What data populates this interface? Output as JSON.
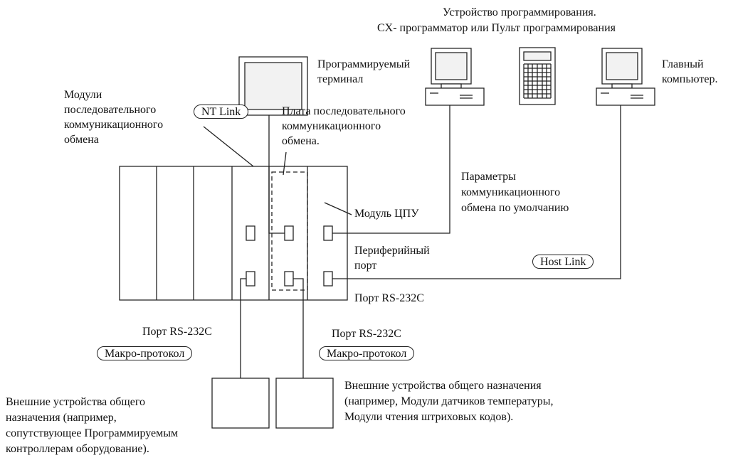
{
  "labels": {
    "programming_device_line1": "Устройство программирования.",
    "programming_device_line2": "CX- программатор или Пульт программирования",
    "programmable_terminal_line1": "Программируемый",
    "programmable_terminal_line2": "терминал",
    "host_computer_line1": "Главный",
    "host_computer_line2": "компьютер.",
    "serial_modules_line1": "Модули",
    "serial_modules_line2": "последовательного",
    "serial_modules_line3": "коммуникационного",
    "serial_modules_line4": "обмена",
    "serial_board_line1": "Плата последовательного",
    "serial_board_line2": "коммуникационного",
    "serial_board_line3": "обмена.",
    "default_params_line1": "Параметры",
    "default_params_line2": "коммуникационного",
    "default_params_line3": "обмена по умолчанию",
    "cpu_unit": "Модуль ЦПУ",
    "peripheral_port_line1": "Периферийный",
    "peripheral_port_line2": "порт",
    "rs232c_port_right": "Порт RS-232C",
    "rs232c_port_left": "Порт RS-232C",
    "rs232c_port_mid": "Порт RS-232C",
    "external_left_line1": "Внешние устройства общего",
    "external_left_line2": "назначения (например,",
    "external_left_line3": "сопутствующее Программируемым",
    "external_left_line4": "контроллерам оборудование).",
    "external_right_line1": "Внешние устройства общего назначения",
    "external_right_line2": "(например, Модули датчиков температуры,",
    "external_right_line3": "Модули чтения штриховых кодов)."
  },
  "badges": {
    "nt_link": "NT Link",
    "host_link": "Host Link",
    "macro_left": "Макро-протокол",
    "macro_right": "Макро-протокол"
  },
  "colors": {
    "line": "#222222",
    "screen_fill": "#f2f2f2",
    "paper": "#ffffff"
  },
  "icons": [
    "pt-terminal-icon",
    "computer-icon",
    "handheld-console-icon",
    "computer-icon",
    "plc-rack-icon",
    "external-device-icon"
  ]
}
